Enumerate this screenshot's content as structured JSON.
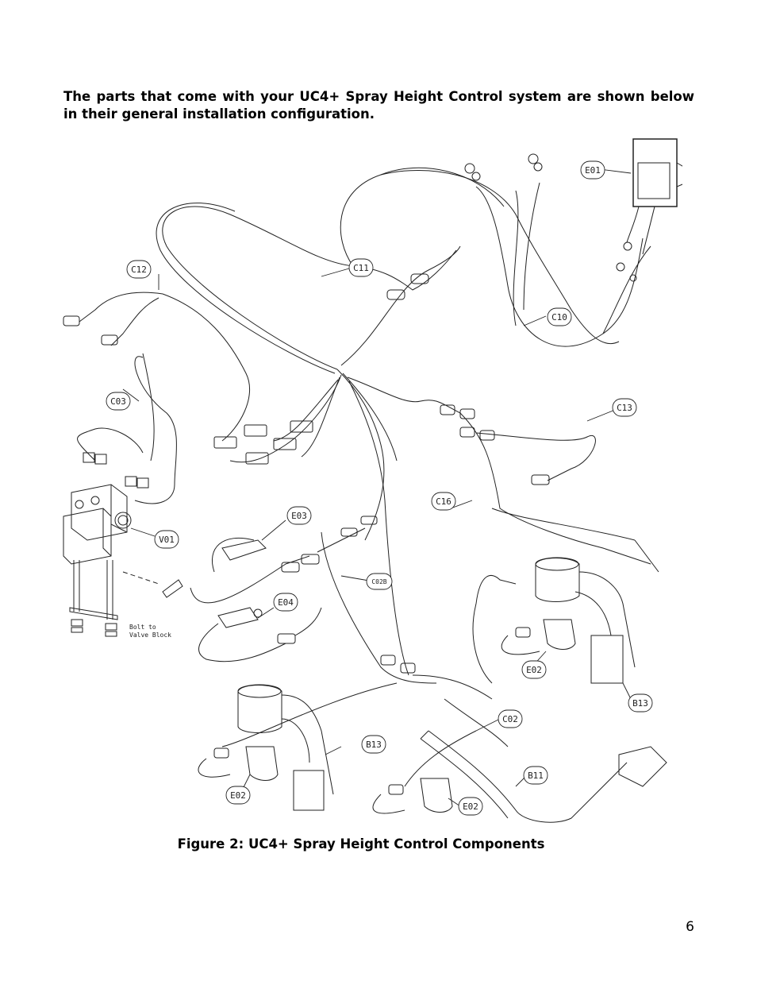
{
  "intro_text": "The parts that come with your UC4+ Spray Height Control system are shown below in their general installation configuration.",
  "figure": {
    "labels": {
      "E01": "E01",
      "C10": "C10",
      "C11": "C11",
      "C12": "C12",
      "C13": "C13",
      "C03": "C03",
      "C16": "C16",
      "E03": "E03",
      "V01": "V01",
      "C02B": "C02B",
      "E04": "E04",
      "E02": "E02",
      "B13": "B13",
      "C02": "C02",
      "B11": "B11"
    },
    "note_line1": "Bolt to",
    "note_line2": "Valve Block"
  },
  "caption": "Figure 2: UC4+ Spray Height Control Components",
  "page_number": "6"
}
